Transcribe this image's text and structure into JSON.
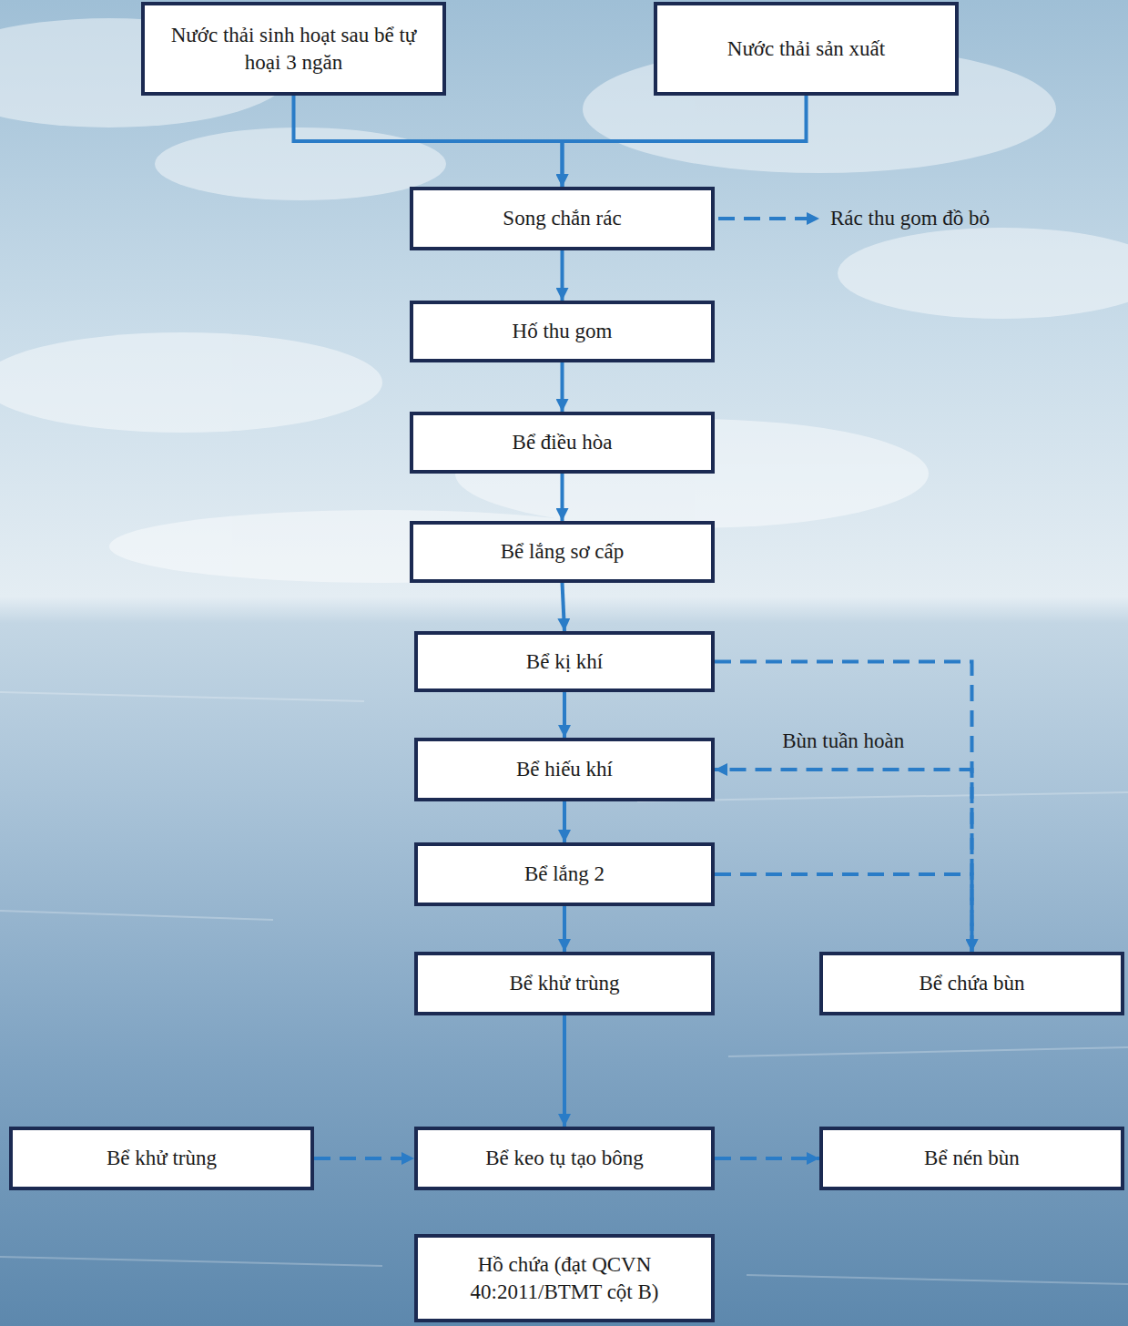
{
  "diagram": {
    "nodes": [
      {
        "text": [
          "Nước thải sinh hoạt sau bể tự hoại 3 ngăn"
        ]
      },
      {
        "text": [
          "Nước thải sản xuất"
        ]
      },
      {
        "text": [
          "Song chắn rác"
        ]
      },
      {
        "text": [
          "Hố thu gom"
        ]
      },
      {
        "text": [
          "Bể điều hòa"
        ]
      },
      {
        "text": [
          "Bể lắng sơ cấp"
        ]
      },
      {
        "text": [
          "Bể kị khí"
        ]
      },
      {
        "text": [
          "Bể hiếu khí"
        ]
      },
      {
        "text": [
          "Bể lắng 2"
        ]
      },
      {
        "text": [
          "Bể khử trùng"
        ]
      },
      {
        "text": [
          "Bể chứa bùn"
        ]
      },
      {
        "text": [
          "Bể khử trùng"
        ]
      },
      {
        "text": [
          "Bể keo tụ tạo bông"
        ]
      },
      {
        "text": [
          "Bể nén bùn"
        ]
      },
      {
        "text": [
          "Hồ chứa (đạt QCVN 40:2011/BTMT cột B)"
        ]
      }
    ],
    "edges": [
      {
        "from": 0,
        "to": 2,
        "arrow": "to"
      },
      {
        "from": 1,
        "to": 2,
        "arrow": "to"
      },
      {
        "from": 2,
        "to": 3,
        "arrow": "to"
      },
      {
        "from": 3,
        "to": 4,
        "arrow": "to"
      },
      {
        "from": 4,
        "to": 5,
        "arrow": "to"
      },
      {
        "from": 5,
        "to": 6,
        "arrow": "to"
      },
      {
        "from": 6,
        "to": 7,
        "arrow": "to"
      },
      {
        "from": 7,
        "to": 8,
        "arrow": "to"
      },
      {
        "from": 8,
        "to": 9,
        "arrow": "to"
      },
      {
        "from": 9,
        "to": 12,
        "arrow": "to"
      },
      {
        "from": 6,
        "to": 10,
        "arrow": "to"
      },
      {
        "from": 8,
        "to": 10,
        "arrow": "to"
      },
      {
        "from": 10,
        "to": 7,
        "label": "Bùn tuần hoàn",
        "arrow": "to"
      },
      {
        "from": 11,
        "to": 12,
        "arrow": "to"
      },
      {
        "from": 12,
        "to": 13,
        "arrow": "to"
      }
    ],
    "labels": [
      "Rác thu gom đồ bỏ"
    ]
  }
}
